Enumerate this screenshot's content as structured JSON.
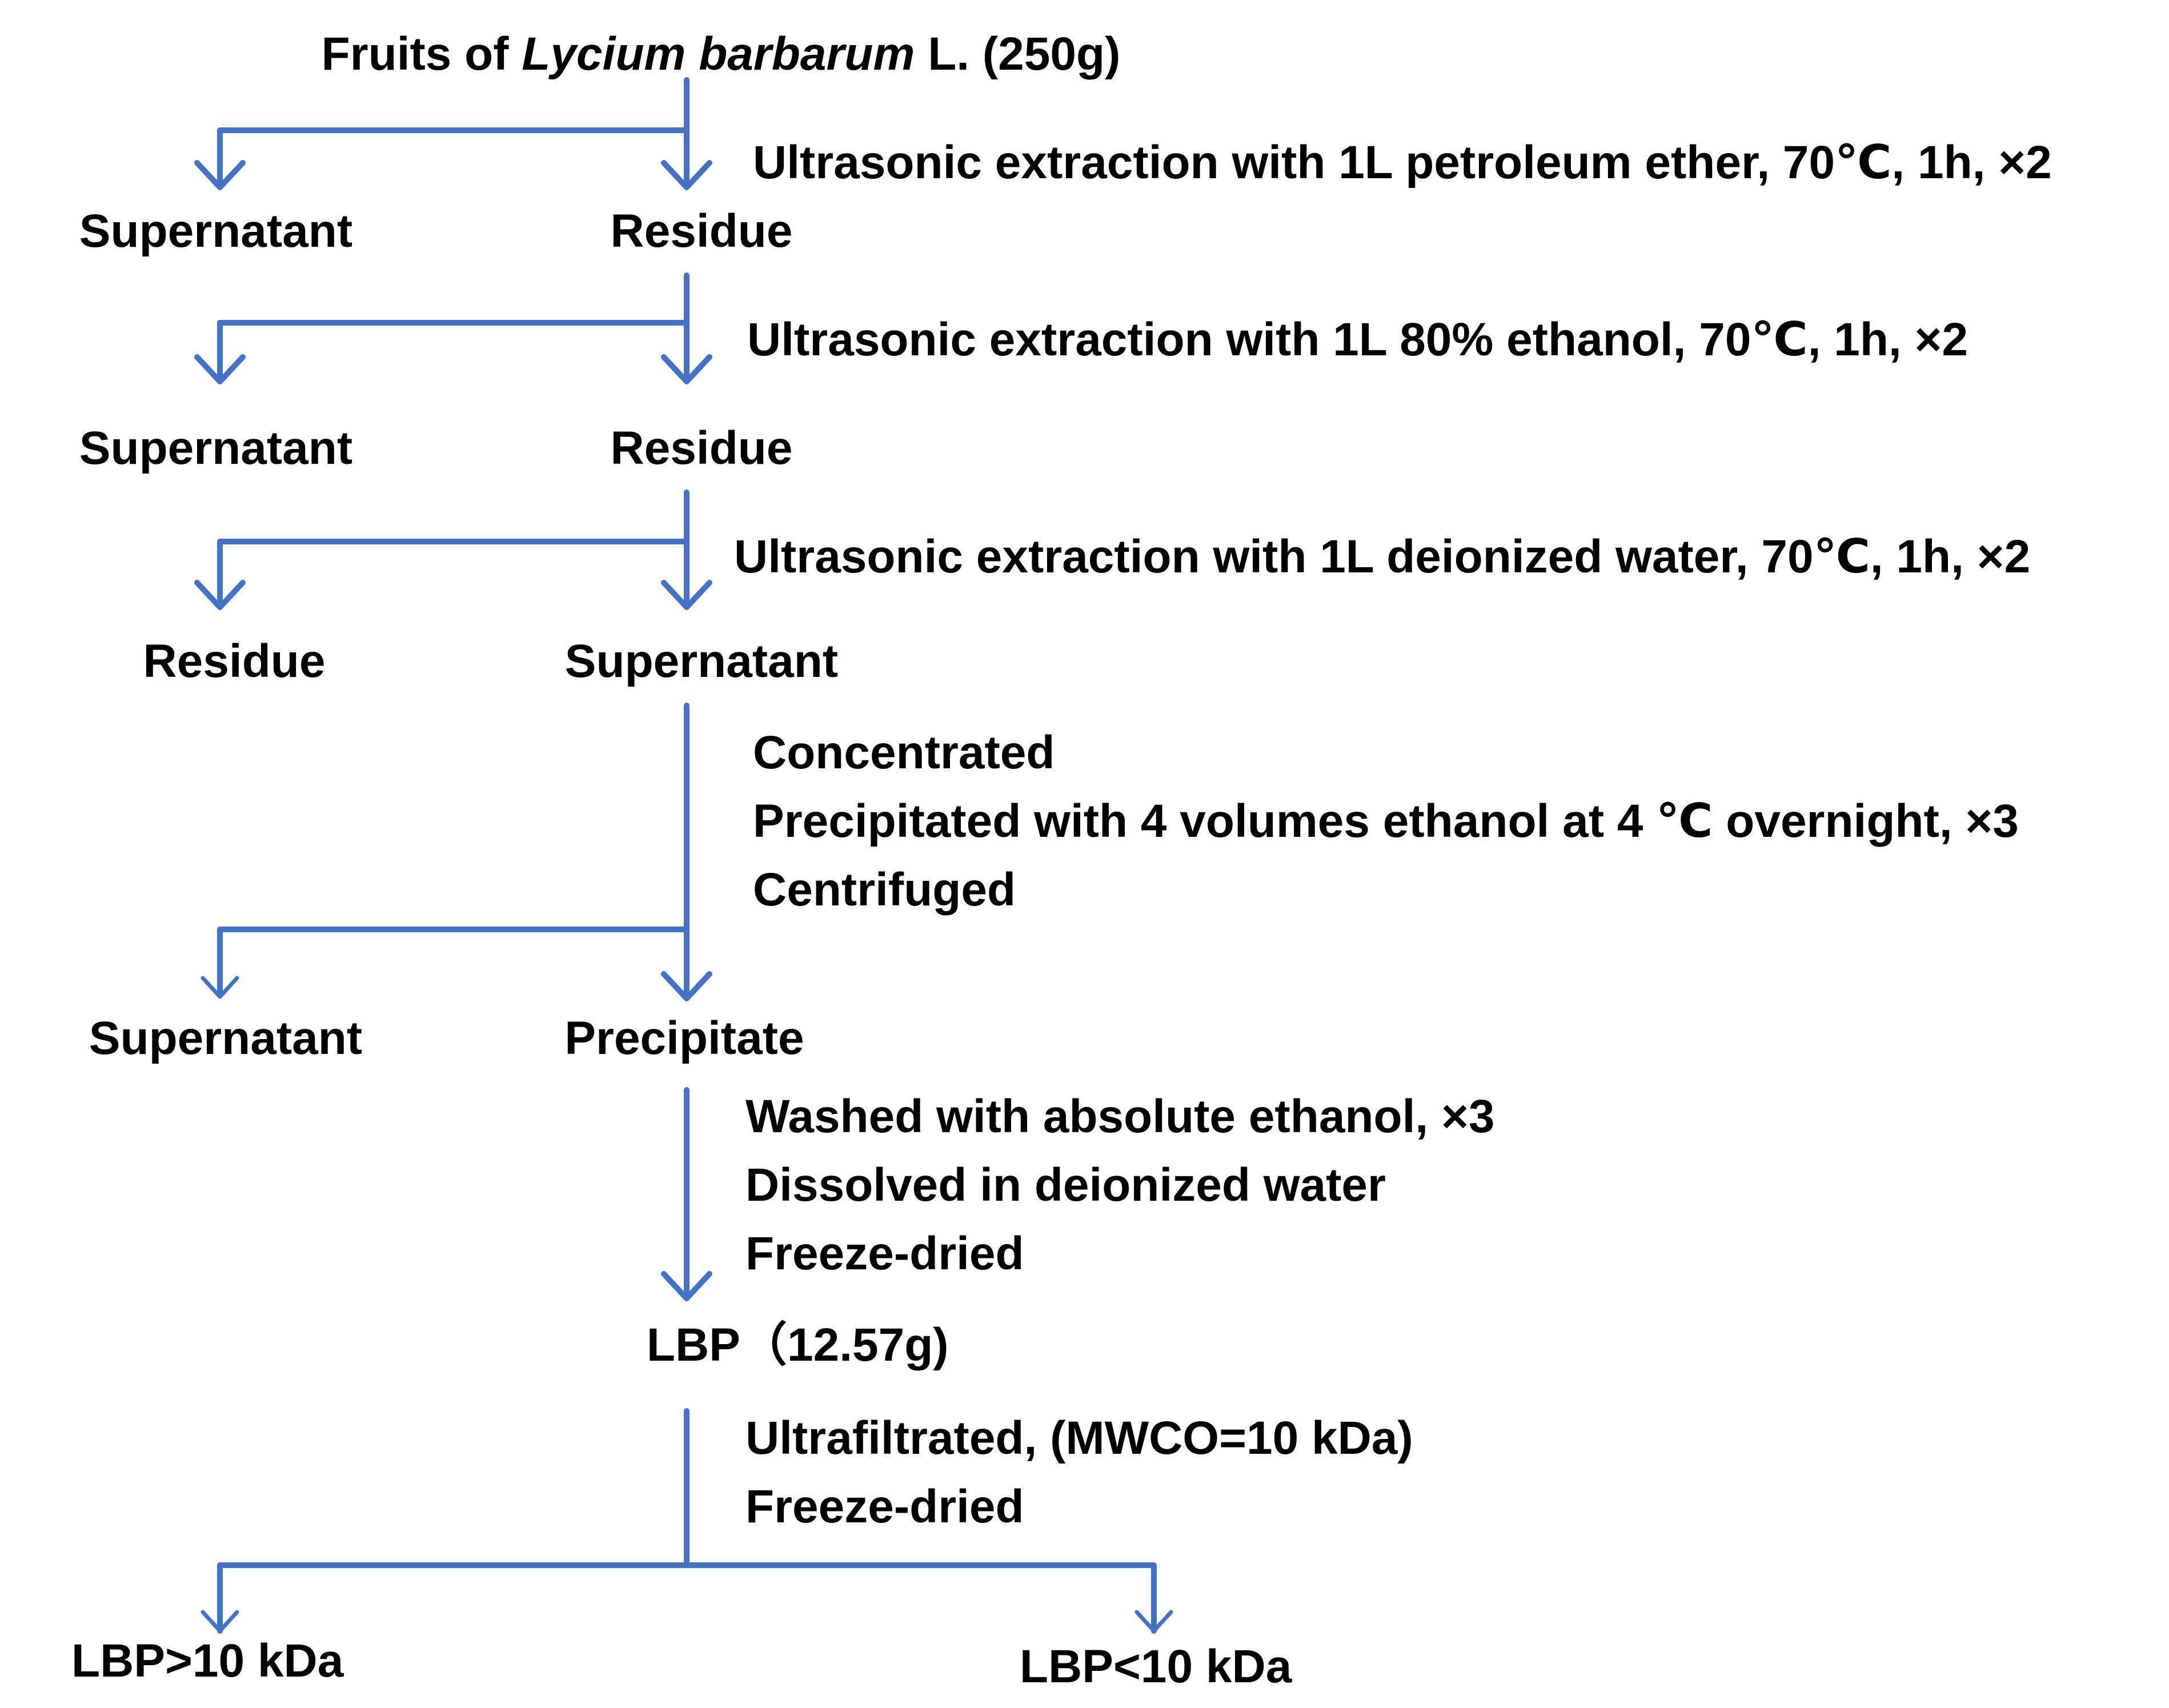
{
  "title": {
    "prefix": "Fruits of ",
    "italic": "Lycium barbarum",
    "suffix": " L. (250g)"
  },
  "steps": [
    {
      "conditions": [
        "Ultrasonic extraction with 1L petroleum ether, 70℃, 1h, ×2"
      ],
      "left": "Supernatant",
      "right": "Residue"
    },
    {
      "conditions": [
        "Ultrasonic extraction with  1L 80% ethanol, 70℃, 1h, ×2"
      ],
      "left": "Supernatant",
      "right": "Residue"
    },
    {
      "conditions": [
        "Ultrasonic extraction with 1L deionized water, 70℃, 1h, ×2"
      ],
      "left": "Residue",
      "right": "Supernatant"
    },
    {
      "conditions": [
        "Concentrated",
        "Precipitated with 4 volumes ethanol at 4 ℃ overnight, ×3",
        "Centrifuged"
      ],
      "left": "Supernatant",
      "right": "Precipitate"
    },
    {
      "conditions": [
        "Washed with absolute ethanol, ×3",
        "Dissolved in deionized water",
        "Freeze-dried"
      ],
      "result": "LBP（12.57g)"
    },
    {
      "conditions": [
        "Ultrafiltrated, (MWCO=10 kDa)",
        "Freeze-dried"
      ],
      "left": "LBP>10 kDa",
      "right": "LBP<10 kDa"
    }
  ],
  "colors": {
    "connector": "#4472C4",
    "text": "#000000",
    "background": "#ffffff"
  }
}
